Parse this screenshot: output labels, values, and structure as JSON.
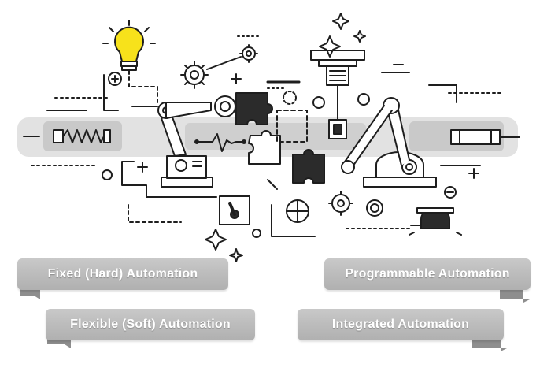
{
  "labels": {
    "fixed": "Fixed (Hard) Automation",
    "programmable": "Programmable Automation",
    "flexible": "Flexible (Soft) Automation",
    "integrated": "Integrated Automation"
  },
  "colors": {
    "line": "#1e1e1e",
    "band": "#d6d6d6",
    "bulb": "#f7e21b",
    "ribbon": "#bdbdbd"
  }
}
